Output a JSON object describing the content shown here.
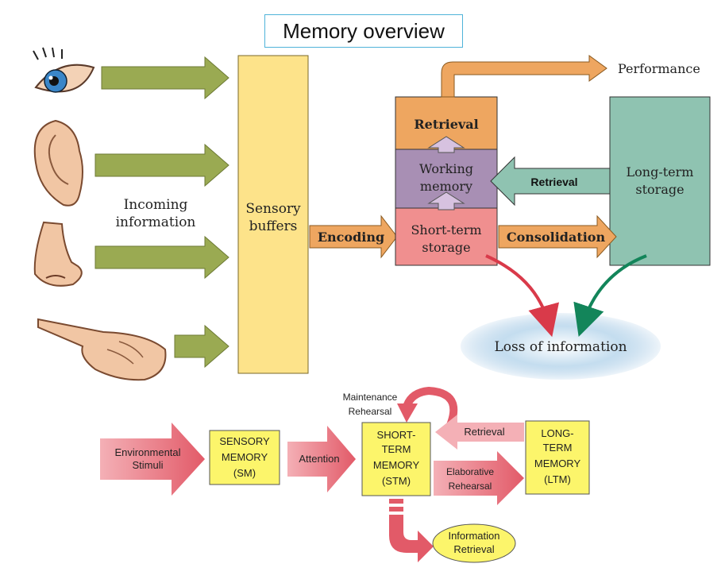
{
  "title": "Memory overview",
  "top_diagram": {
    "incoming_label": [
      "Incoming",
      "information"
    ],
    "sensory_buffers": [
      "Sensory",
      "buffers"
    ],
    "encoding": "Encoding",
    "short_term": [
      "Short-term",
      "storage"
    ],
    "working_memory": [
      "Working",
      "memory"
    ],
    "retrieval_box": "Retrieval",
    "performance": "Performance",
    "long_term": [
      "Long-term",
      "storage"
    ],
    "retrieval_arrow": "Retrieval",
    "consolidation": "Consolidation",
    "loss": "Loss of information"
  },
  "bottom_diagram": {
    "environmental_stimuli": [
      "Environmental",
      "Stimuli"
    ],
    "sensory_memory": [
      "SENSORY",
      "MEMORY",
      "(SM)"
    ],
    "attention": "Attention",
    "maintenance_rehearsal": [
      "Maintenance",
      "Rehearsal"
    ],
    "stm": [
      "SHORT-",
      "TERM",
      "MEMORY",
      "(STM)"
    ],
    "retrieval": "Retrieval",
    "elaborative_rehearsal": [
      "Elaborative",
      "Rehearsal"
    ],
    "ltm": [
      "LONG-",
      "TERM",
      "MEMORY",
      "(LTM)"
    ],
    "information_retrieval": [
      "Information",
      "Retrieval"
    ]
  },
  "colors": {
    "olive_arrow": "#9aaa52",
    "sensory_yellow": "#fde38a",
    "orange": "#eea660",
    "purple": "#a88fb4",
    "pink": "#f08f8f",
    "teal": "#8fc3b1",
    "red_arrow": "#d93a4a",
    "green_arrow": "#13855a",
    "cloud": "#a9cbe6",
    "box_yellow": "#fcf56b",
    "pink_arrow": "#ef7d86"
  },
  "icons": [
    "eye-icon",
    "ear-icon",
    "nose-icon",
    "finger-icon"
  ]
}
